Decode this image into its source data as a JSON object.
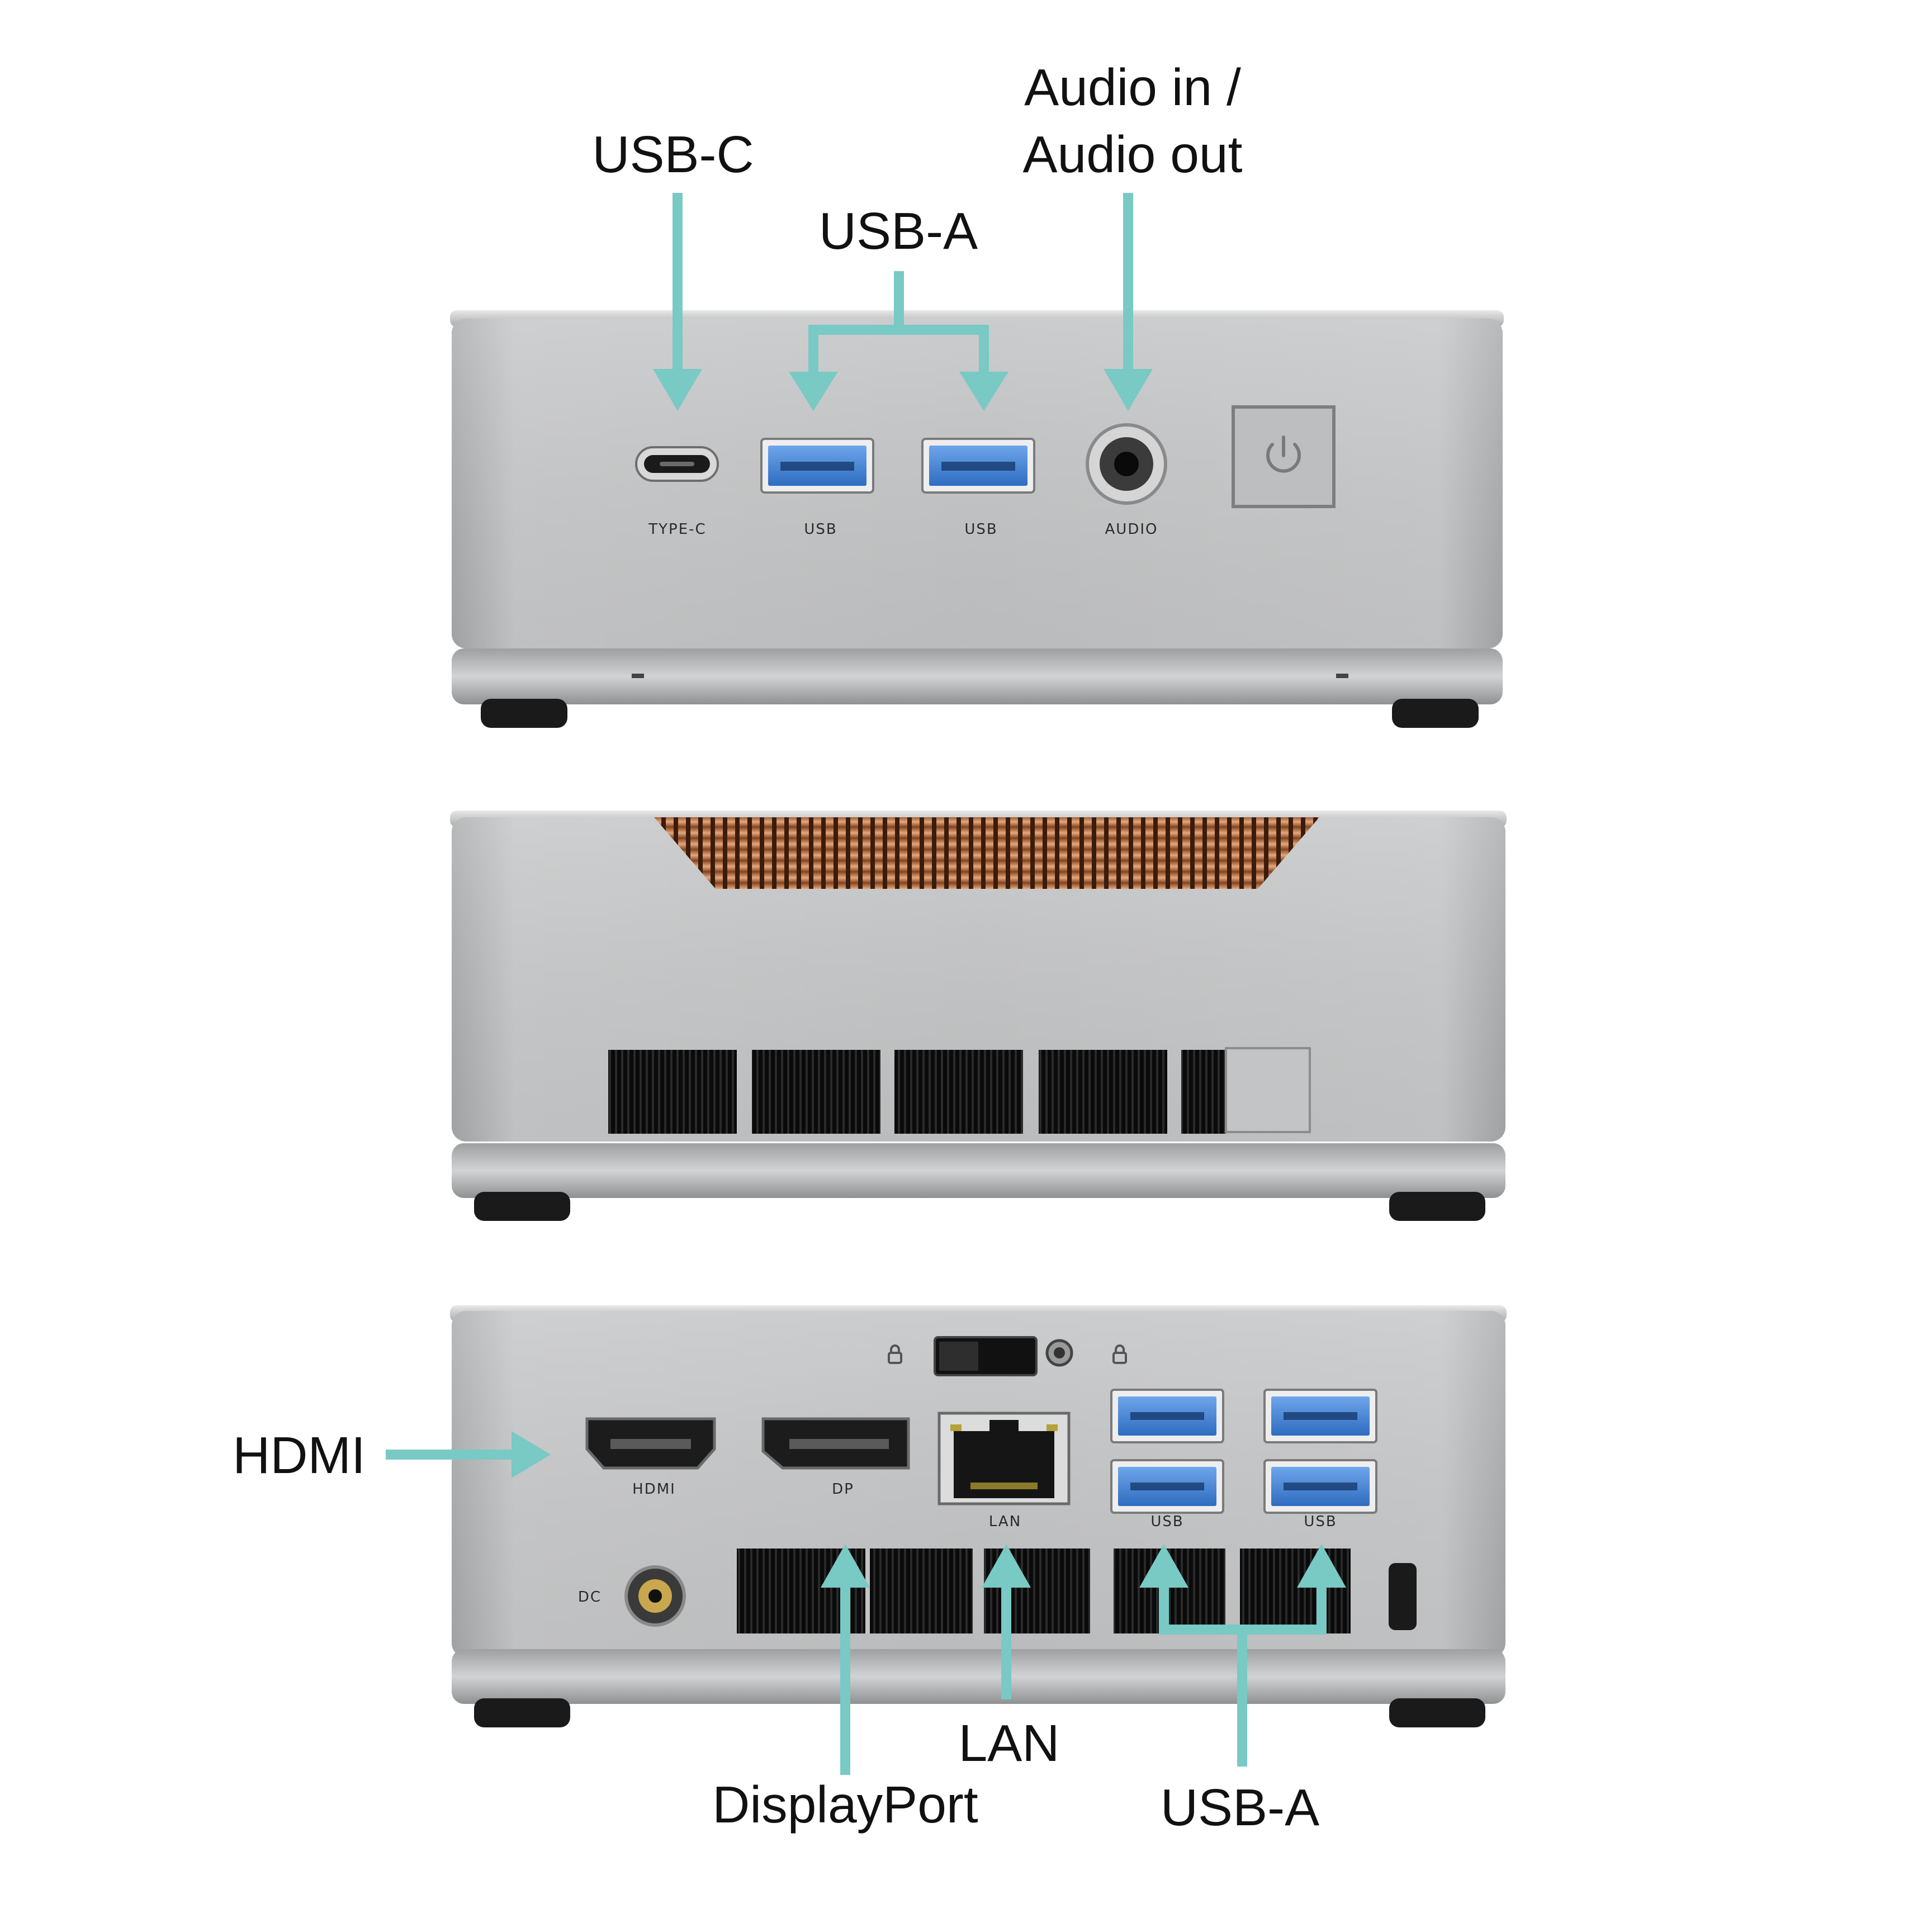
{
  "callouts": {
    "usb_c": "USB-C",
    "usb_a_front": "USB-A",
    "audio_line1": "Audio in /",
    "audio_line2": "Audio out",
    "hdmi": "HDMI",
    "displayport": "DisplayPort",
    "lan": "LAN",
    "usb_a_rear": "USB-A"
  },
  "port_labels": {
    "type_c": "TYPE-C",
    "usb_front_1": "USB",
    "usb_front_2": "USB",
    "audio": "AUDIO",
    "hdmi": "HDMI",
    "dp": "DP",
    "lan": "LAN",
    "usb_rear_1": "USB",
    "usb_rear_2": "USB",
    "dc": "DC"
  },
  "icons": [
    "power-icon",
    "lock-icon",
    "arrow-icon"
  ],
  "colors": {
    "arrow": "#79c9c4",
    "usb_blue": "#3f7fd0",
    "chassis": "#b9babb",
    "heatsink": "#c98352"
  }
}
